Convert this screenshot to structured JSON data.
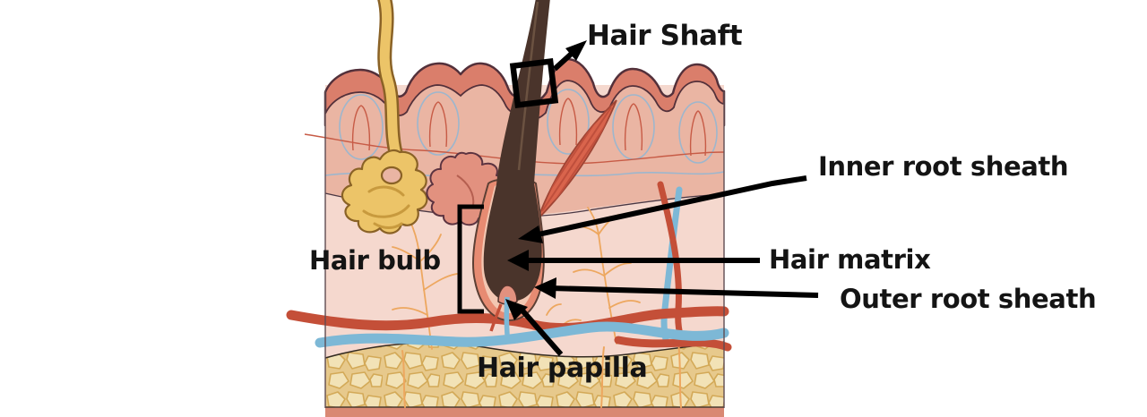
{
  "figure": {
    "description": "Hair follicle and skin anatomy diagram",
    "labels": {
      "hair_shaft": "Hair Shaft",
      "inner_root_sheath": "Inner root sheath",
      "hair_matrix": "Hair matrix",
      "outer_root_sheath": "Outer root sheath",
      "hair_bulb": "Hair bulb",
      "hair_papilla": "Hair papilla"
    },
    "colors": {
      "background": "#ffffff",
      "label_text": "#141414",
      "annotation": "#000000",
      "epidermis": "#da7e6b",
      "epidermis_inner": "#eab5a3",
      "outline": "#53303a",
      "dermis": "#f5d8ce",
      "boundary_line": "#4a3743",
      "fat_base": "#e7c98c",
      "fat_stone": "#f2e2b6",
      "fat_stone_outline": "#d3a957",
      "base_strip": "#d98873",
      "hair": "#4a342b",
      "hair_highlight": "#6f5544",
      "follicle_sheath": "#e78b72",
      "follicle_outline": "#5c3f34",
      "follicle_inner": "#f3c7b2",
      "papilla": "#e2917f",
      "sebaceous_gland": "#e2917f",
      "gland_outline": "#5c3340",
      "sweat_gland": "#ecc468",
      "sweat_gland_shade": "#c89a3e",
      "sweat_gland_outline": "#8a6226",
      "muscle": "#d9644c",
      "muscle_stripe": "#bf4f3c",
      "muscle_outline": "#9e4434",
      "artery": "#c44f38",
      "vein": "#7db8d6",
      "nerve": "#eda75f",
      "capillary_red": "#c75b46",
      "capillary_blue": "#9db6cd",
      "edge_line": "#5f4c52"
    }
  }
}
